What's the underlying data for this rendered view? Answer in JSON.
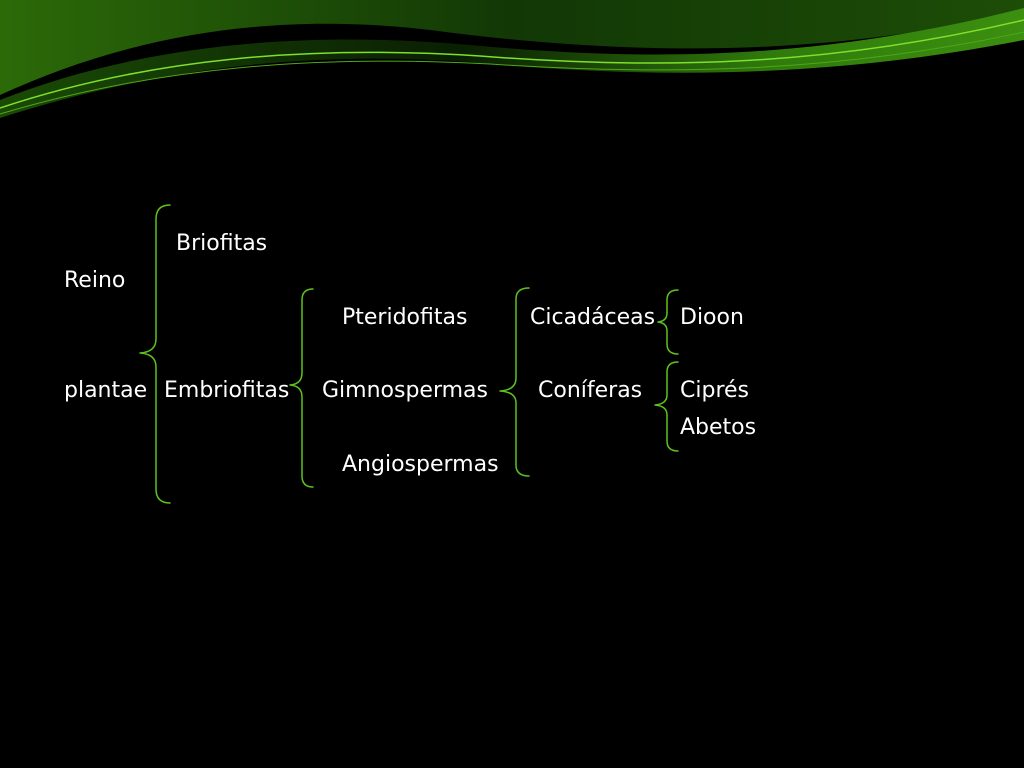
{
  "colors": {
    "background": "#000000",
    "text": "#ffffff",
    "bracket": "#5ec21e",
    "banner_dark": "#0b2a05",
    "banner_mid": "#2f7a0c",
    "banner_light": "#6fcf1a"
  },
  "nodes": {
    "reino": "Reino",
    "plantae": "plantae",
    "briofitas": "Briofitas",
    "embriofitas": "Embriofitas",
    "pteridofitas": "Pteridofitas",
    "gimnospermas": "Gimnospermas",
    "angiospermas": "Angiospermas",
    "cicadaceas": "Cicadáceas",
    "coniferas": "Coníferas",
    "dioon": "Dioon",
    "cipres": "Ciprés",
    "abetos": "Abetos"
  }
}
